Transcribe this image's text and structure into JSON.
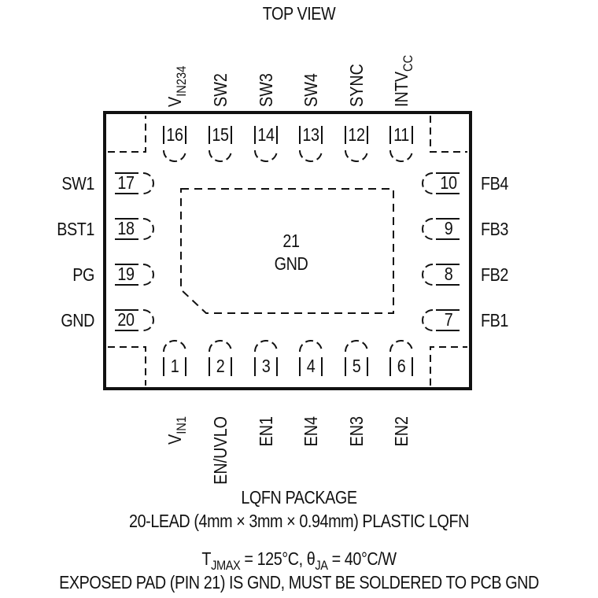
{
  "header": {
    "view": "TOP VIEW"
  },
  "pins": {
    "top": [
      {
        "num": "16",
        "name": "V",
        "sub": "IN234"
      },
      {
        "num": "15",
        "name": "SW2",
        "sub": ""
      },
      {
        "num": "14",
        "name": "SW3",
        "sub": ""
      },
      {
        "num": "13",
        "name": "SW4",
        "sub": ""
      },
      {
        "num": "12",
        "name": "SYNC",
        "sub": ""
      },
      {
        "num": "11",
        "name": "INTV",
        "sub": "CC"
      }
    ],
    "bottom": [
      {
        "num": "1",
        "name": "V",
        "sub": "IN1"
      },
      {
        "num": "2",
        "name": "EN/UVLO",
        "sub": ""
      },
      {
        "num": "3",
        "name": "EN1",
        "sub": ""
      },
      {
        "num": "4",
        "name": "EN4",
        "sub": ""
      },
      {
        "num": "5",
        "name": "EN3",
        "sub": ""
      },
      {
        "num": "6",
        "name": "EN2",
        "sub": ""
      }
    ],
    "left": [
      {
        "num": "17",
        "name": "SW1"
      },
      {
        "num": "18",
        "name": "BST1"
      },
      {
        "num": "19",
        "name": "PG"
      },
      {
        "num": "20",
        "name": "GND"
      }
    ],
    "right": [
      {
        "num": "10",
        "name": "FB4"
      },
      {
        "num": "9",
        "name": "FB3"
      },
      {
        "num": "8",
        "name": "FB2"
      },
      {
        "num": "7",
        "name": "FB1"
      }
    ]
  },
  "exposed_pad": {
    "num": "21",
    "name": "GND"
  },
  "footer": {
    "package": "LQFN PACKAGE",
    "lead": "20-LEAD (4mm × 3mm × 0.94mm) PLASTIC LQFN",
    "thermal_t": "T",
    "thermal_t_sub": "JMAX",
    "thermal_rest1": " = 125°C, θ",
    "thermal_theta_sub": "JA",
    "thermal_rest2": " = 40°C/W",
    "note": "EXPOSED PAD (PIN 21) IS GND, MUST BE SOLDERED TO PCB GND"
  },
  "colors": {
    "ink": "#111111"
  }
}
